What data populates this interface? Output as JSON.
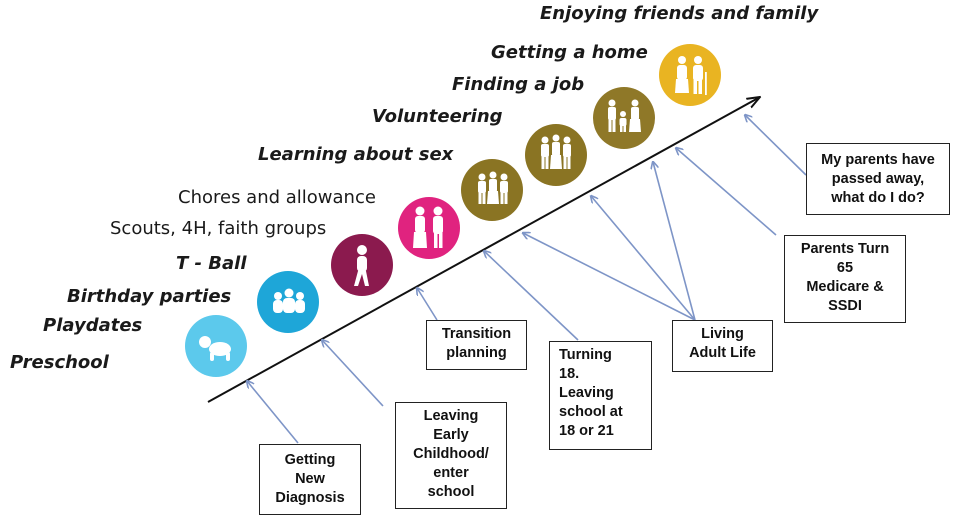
{
  "activities": [
    "Enjoying friends and family",
    "Getting a home",
    "Finding a job",
    "Volunteering",
    "Learning about sex",
    "Chores and allowance",
    "Scouts, 4H, faith groups",
    "T - Ball",
    "Birthday parties",
    "Playdates",
    "Preschool"
  ],
  "milestones": {
    "getting_new_diagnosis": [
      "Getting",
      "New",
      "Diagnosis"
    ],
    "leaving_early_childhood": [
      "Leaving",
      "Early",
      "Childhood/",
      "enter",
      "school"
    ],
    "transition_planning": [
      "Transition",
      "planning"
    ],
    "turning_18": [
      "Turning",
      "18.",
      "Leaving",
      "school at",
      "18 or 21"
    ],
    "living_adult_life": [
      "Living",
      "Adult Life"
    ],
    "parents_turn_65": [
      "Parents Turn",
      "65",
      "Medicare &",
      "SSDI"
    ],
    "parents_passed_away": [
      "My parents have",
      "passed away,",
      "what do I do?"
    ]
  },
  "stage_icons": [
    "baby-icon",
    "children-group-icon",
    "child-icon",
    "teens-icon",
    "young-adults-icon",
    "adults-group-icon",
    "family-icon",
    "elderly-couple-icon"
  ],
  "colors": {
    "stages": [
      "#5cc9ec",
      "#1ea6d8",
      "#8b1a4e",
      "#e0237f",
      "#8a7423",
      "#8a7423",
      "#8f7828",
      "#e9b422"
    ],
    "arrow": "#7e95c7",
    "timeline": "#111111"
  }
}
